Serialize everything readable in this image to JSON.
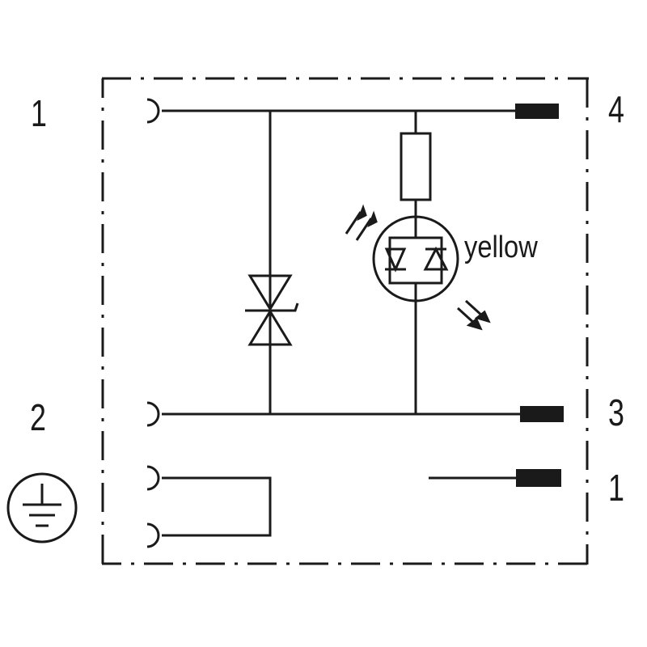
{
  "pins": {
    "top_left": "1",
    "top_right": "4",
    "left_middle": "2",
    "right_middle": "3",
    "right_lower": "1"
  },
  "led_color_label": "yellow"
}
